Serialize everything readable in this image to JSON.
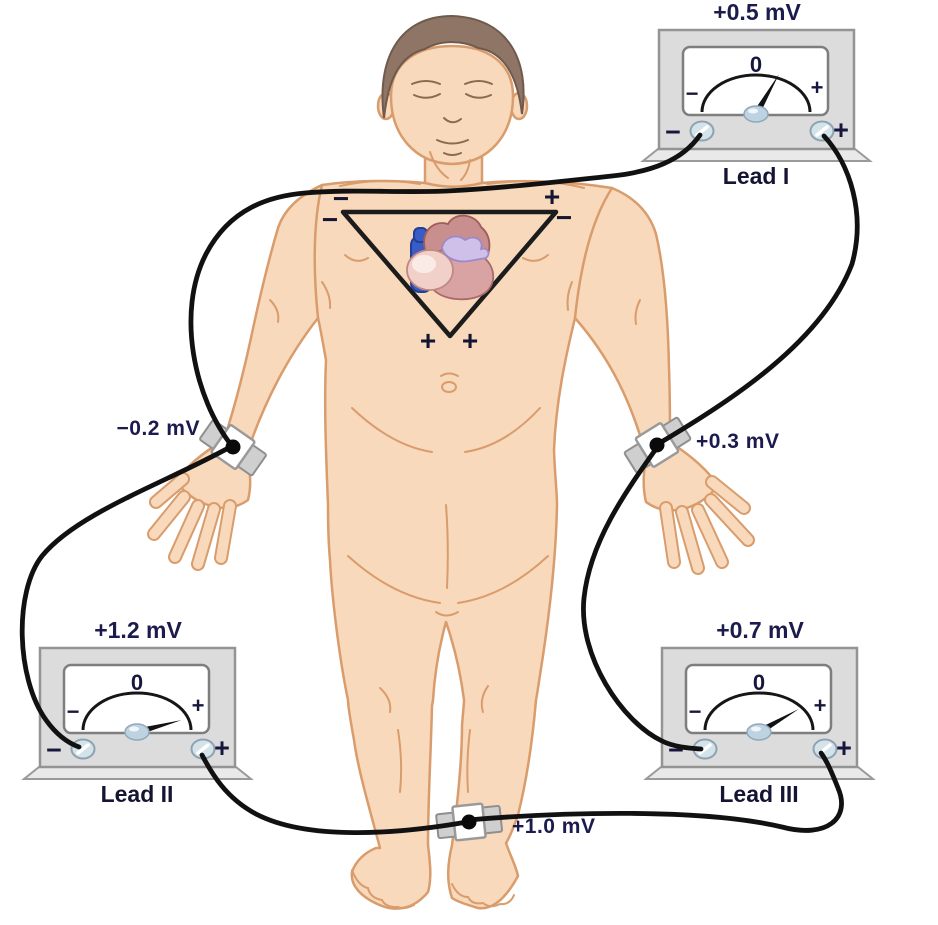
{
  "triangle_signs": {
    "lead1_minus": "−",
    "lead1_plus": "+",
    "lead2_minus": "−",
    "lead3_minus": "−",
    "lead2_plus": "+",
    "lead3_plus": "+"
  },
  "electrodes": [
    {
      "id": "right-arm",
      "value": "−0.2 mV"
    },
    {
      "id": "left-arm",
      "value": "+0.3 mV"
    },
    {
      "id": "left-leg",
      "value": "+1.0 mV"
    }
  ],
  "meters": [
    {
      "id": "lead-1",
      "value": "+0.5 mV",
      "label": "Lead I",
      "zero": "0",
      "dial_minus": "−",
      "dial_plus": "+",
      "terminal_minus": "−",
      "terminal_plus": "+",
      "needle_angle_deg": 30
    },
    {
      "id": "lead-2",
      "value": "+1.2 mV",
      "label": "Lead II",
      "zero": "0",
      "dial_minus": "−",
      "dial_plus": "+",
      "terminal_minus": "−",
      "terminal_plus": "+",
      "needle_angle_deg": 75
    },
    {
      "id": "lead-3",
      "value": "+0.7 mV",
      "label": "Lead III",
      "zero": "0",
      "dial_minus": "−",
      "dial_plus": "+",
      "terminal_minus": "−",
      "terminal_plus": "+",
      "needle_angle_deg": 60
    }
  ],
  "colors": {
    "wire": "#111111",
    "label_text": "#1b1b4d",
    "skin": "#f9d9bb",
    "hair": "#8e7566",
    "meter_body": "#dcdcdc",
    "heart_blue": "#3a5cc6"
  }
}
